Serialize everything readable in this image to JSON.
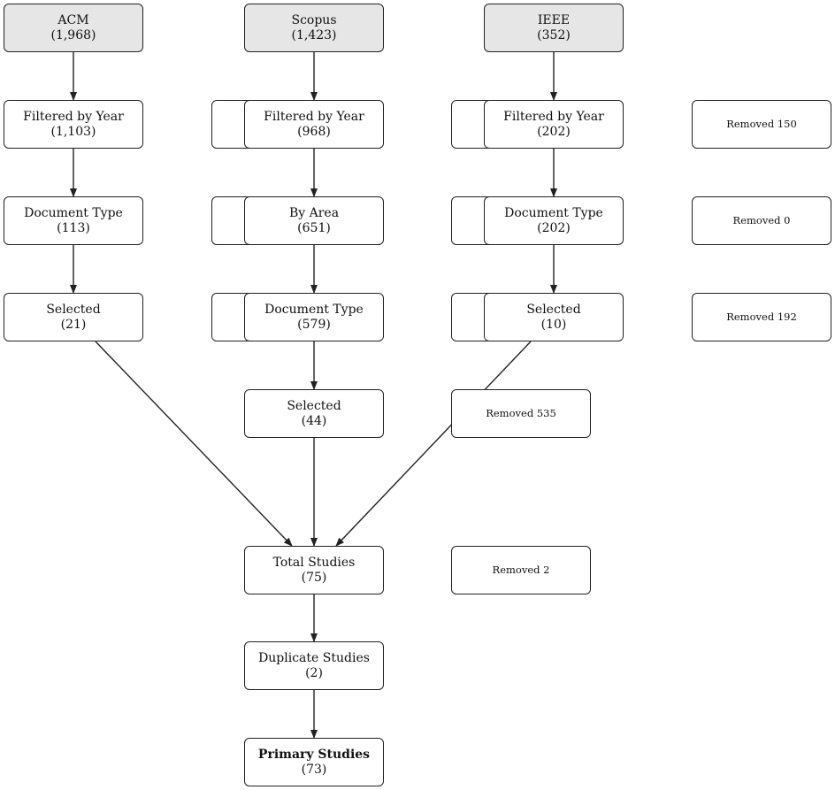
{
  "sources": {
    "acm": {
      "label": "ACM",
      "count": "(1,968)"
    },
    "scopus": {
      "label": "Scopus",
      "count": "(1,423)"
    },
    "ieee": {
      "label": "IEEE",
      "count": "(352)"
    }
  },
  "acm_steps": {
    "year": {
      "label": "Filtered by Year",
      "count": "(1,103)"
    },
    "doctype": {
      "label": "Document Type",
      "count": "(113)"
    },
    "selected": {
      "label": "Selected",
      "count": "(21)"
    }
  },
  "scopus_steps": {
    "year": {
      "label": "Filtered by Year",
      "count": "(968)"
    },
    "area": {
      "label": "By Area",
      "count": "(651)"
    },
    "doctype": {
      "label": "Document Type",
      "count": "(579)"
    },
    "selected": {
      "label": "Selected",
      "count": "(44)"
    }
  },
  "ieee_steps": {
    "year": {
      "label": "Filtered by Year",
      "count": "(202)"
    },
    "doctype": {
      "label": "Document Type",
      "count": "(202)"
    },
    "selected": {
      "label": "Selected",
      "count": "(10)"
    }
  },
  "removed": {
    "r150": "Removed 150",
    "r0": "Removed 0",
    "r192": "Removed 192",
    "r535": "Removed 535",
    "r2": "Removed 2"
  },
  "merge": {
    "total": {
      "label": "Total Studies",
      "count": "(75)"
    },
    "duplicate": {
      "label": "Duplicate Studies",
      "count": "(2)"
    },
    "primary": {
      "label": "Primary Studies",
      "count": "(73)"
    }
  },
  "colors": {
    "source_fill": "#e6e6e6",
    "stroke": "#222222"
  }
}
